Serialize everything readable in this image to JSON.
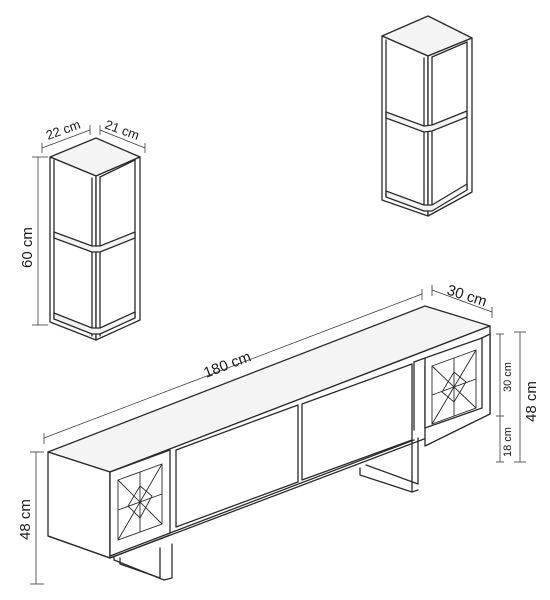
{
  "dimensions": {
    "shelf_width": "22 cm",
    "shelf_depth": "21 cm",
    "shelf_height": "60 cm",
    "tv_unit_length": "180 cm",
    "tv_unit_depth": "30 cm",
    "tv_unit_height_left": "48 cm",
    "tv_unit_body_height": "30 cm",
    "tv_unit_height_right": "48 cm",
    "tv_unit_leg_height": "18 cm"
  }
}
